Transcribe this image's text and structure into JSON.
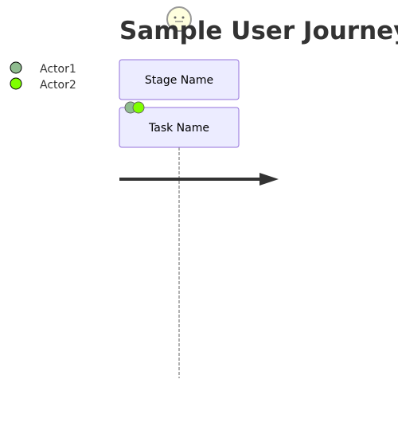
{
  "diagram": {
    "title": "Sample User Journey",
    "actors": [
      {
        "name": "Actor1",
        "color": "#8fbc8f"
      },
      {
        "name": "Actor2",
        "color": "#7fff00"
      }
    ],
    "section": {
      "label": "Stage Name",
      "fill": "#ececff",
      "stroke": "#9370db"
    },
    "task": {
      "label": "Task Name",
      "actors": [
        "Actor1",
        "Actor2"
      ],
      "score_face": "neutral"
    },
    "colors": {
      "text": "#333333",
      "arrow": "#333333",
      "face_fill": "#ffffde",
      "face_stroke": "#999999",
      "dashed_line": "#666666"
    }
  }
}
